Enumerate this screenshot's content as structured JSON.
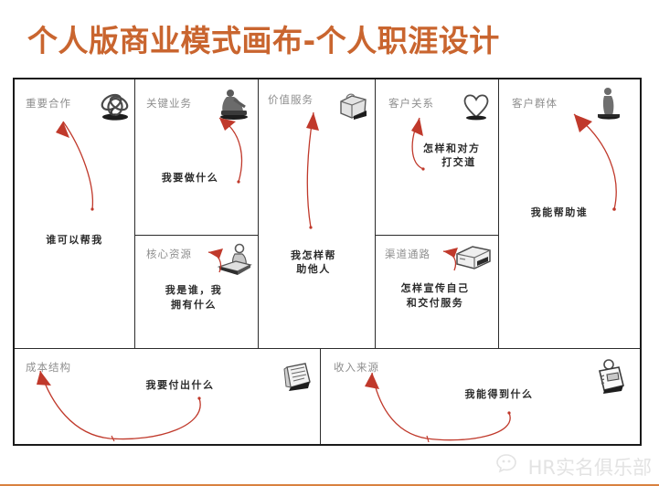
{
  "title": "个人版商业模式画布-个人职涯设计",
  "colors": {
    "title": "#c9652f",
    "cell_title": "#8e8e8e",
    "handwriting": "#2b2b2b",
    "arrow": "#c0392b",
    "border": "#1a1a1a",
    "watermark": "#c8c8c8",
    "bottom_rule": "#d9813f"
  },
  "canvas": {
    "cells": [
      {
        "id": "key-partners",
        "title": "重要合作",
        "note": "谁可以帮我",
        "icon": "interlocking-rings-icon"
      },
      {
        "id": "key-activities",
        "title": "关键业务",
        "note": "我要做什么",
        "icon": "person-working-icon"
      },
      {
        "id": "value-proposition",
        "title": "价值服务",
        "note_line1": "我怎样帮",
        "note_line2": "助他人",
        "icon": "gift-box-icon"
      },
      {
        "id": "customer-relationships",
        "title": "客户关系",
        "note_line1": "怎样和对方",
        "note_line2": "打交道",
        "icon": "heart-icon"
      },
      {
        "id": "customer-segments",
        "title": "客户群体",
        "note": "我能帮助谁",
        "icon": "standing-person-icon"
      },
      {
        "id": "key-resources",
        "title": "核心资源",
        "note_line1": "我是谁，我",
        "note_line2": "拥有什么",
        "icon": "person-at-desk-icon"
      },
      {
        "id": "channels",
        "title": "渠道通路",
        "note_line1": "怎样宣传自己",
        "note_line2": "和交付服务",
        "icon": "delivery-truck-icon"
      },
      {
        "id": "cost-structure",
        "title": "成本结构",
        "note": "我要付出什么",
        "icon": "documents-icon"
      },
      {
        "id": "revenue-streams",
        "title": "收入来源",
        "note": "我能得到什么",
        "icon": "cash-register-icon"
      }
    ]
  },
  "watermark": {
    "text": "HR实名俱乐部",
    "icon": "wechat-icon"
  }
}
